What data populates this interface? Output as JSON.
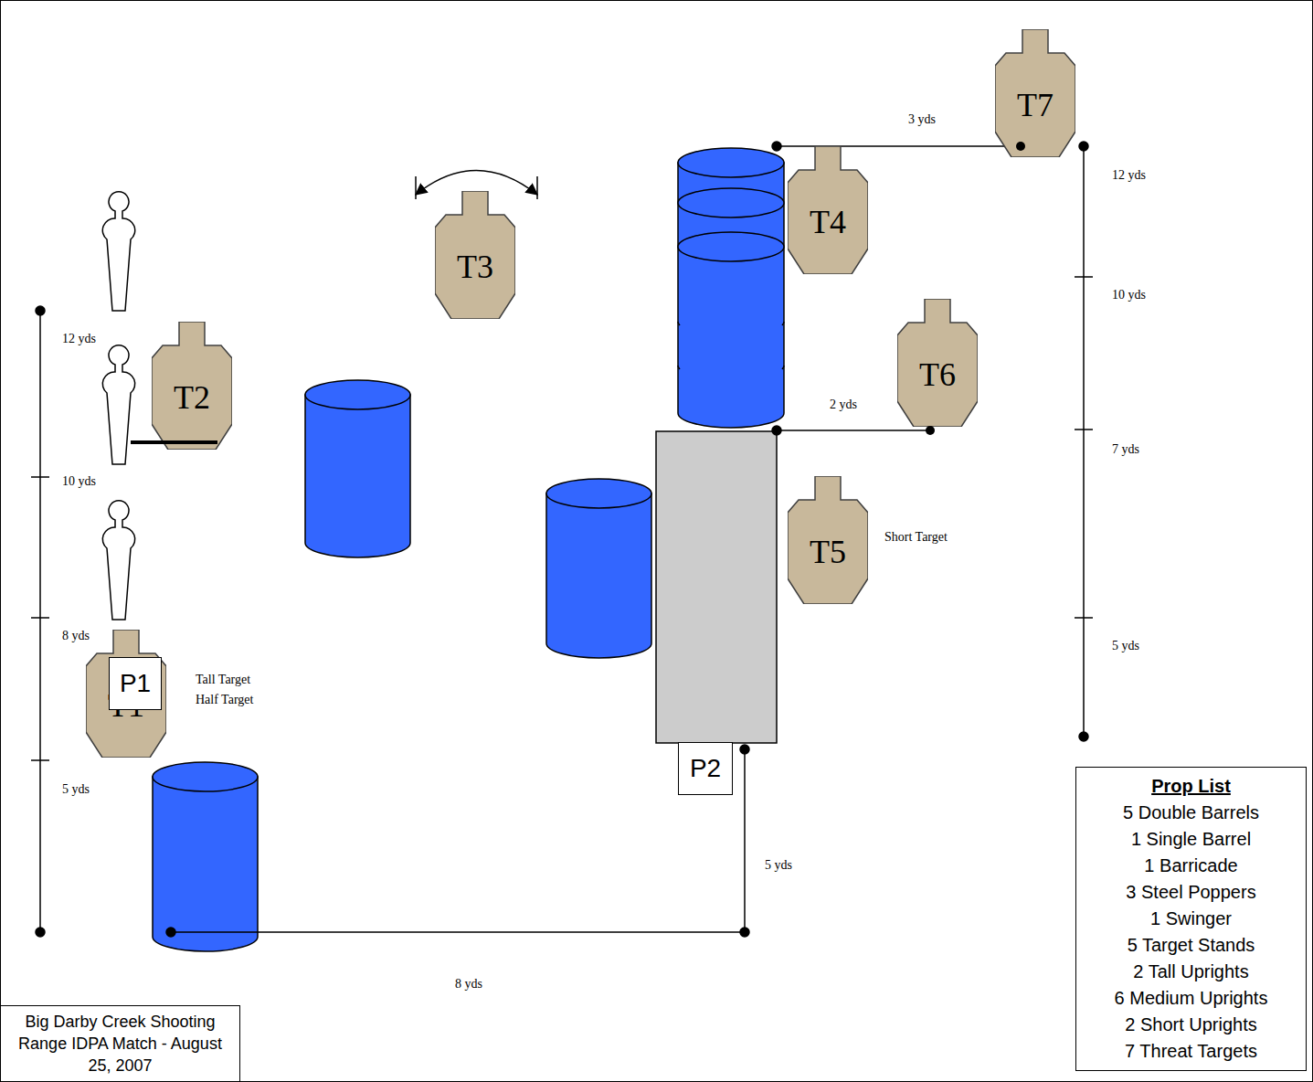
{
  "diagram": {
    "title": "Big Darby Creek Shooting Range IDPA Match - August 25, 2007",
    "nodes": [
      {
        "text": [
          "T7"
        ]
      },
      {
        "text": [
          "T3"
        ]
      },
      {
        "text": [
          "T4"
        ]
      },
      {
        "text": [
          "T2"
        ]
      },
      {
        "text": [
          "T6"
        ]
      },
      {
        "text": [
          "T5"
        ]
      },
      {
        "text": [
          "T1"
        ]
      },
      {
        "text": [
          "P2"
        ]
      },
      {
        "text": [
          "Prop List",
          "5 Double Barrels",
          "1 Single Barrel",
          "1 Barricade",
          "3 Steel Poppers",
          "1 Swinger",
          "5 Target Stands",
          "2 Tall Uprights",
          "6 Medium Uprights",
          "2 Short Uprights",
          "7 Threat Targets"
        ]
      },
      {
        "text": [
          "P1"
        ]
      }
    ],
    "labels": [
      "3 yds",
      "12 yds",
      "12 yds",
      "10 yds",
      "2 yds",
      "7 yds",
      "10 yds",
      "Short Target",
      "8 yds",
      "Tall Target",
      "Half Target",
      "5 yds",
      "5 yds",
      "5 yds",
      "8 yds"
    ]
  }
}
